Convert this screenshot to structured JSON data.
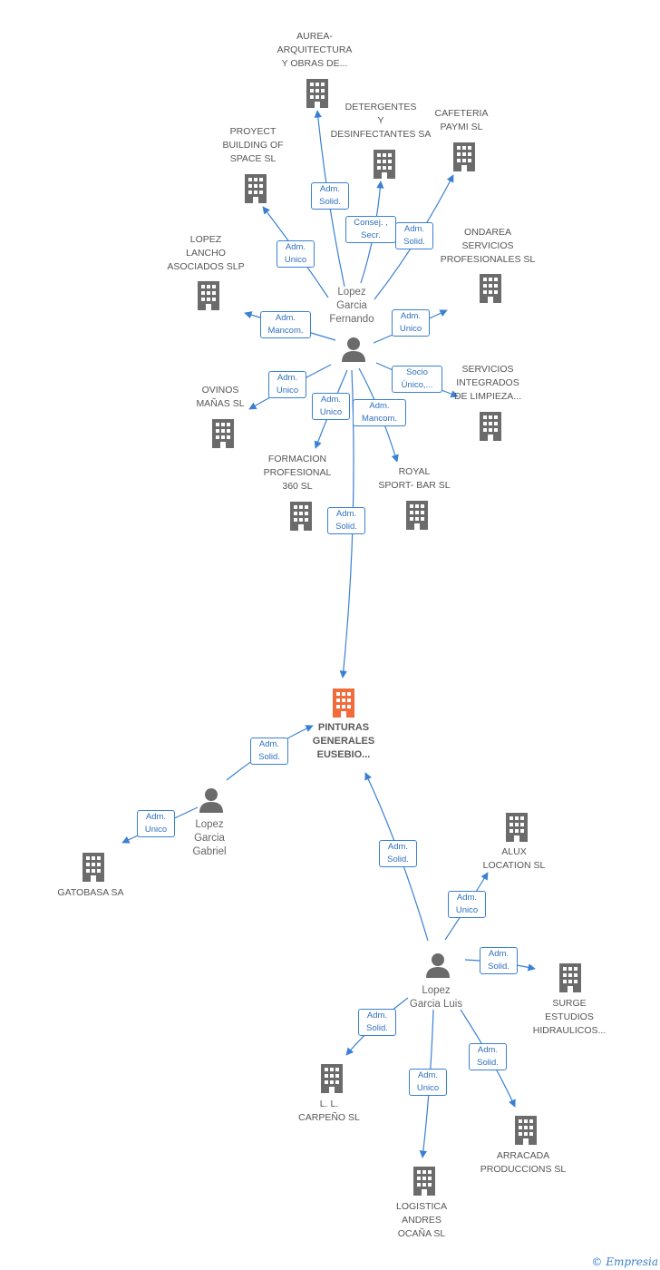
{
  "nodes": {
    "aurea": {
      "label": "AUREA-\nARQUITECTURA\nY OBRAS DE..."
    },
    "detergentes": {
      "label": "DETERGENTES\nY\nDESINFECTANTES SA"
    },
    "cafeteria": {
      "label": "CAFETERIA\nPAYMI SL"
    },
    "proyect": {
      "label": "PROYECT\nBUILDING OF\nSPACE SL"
    },
    "lopez_lancho": {
      "label": "LOPEZ\nLANCHO\nASOCIADOS SLP"
    },
    "ondarea": {
      "label": "ONDAREA\nSERVICIOS\nPROFESIONALES SL"
    },
    "servicios": {
      "label": "SERVICIOS\nINTEGRADOS\nDE LIMPIEZA..."
    },
    "ovinos": {
      "label": "OVINOS\nMAÑAS SL"
    },
    "formacion": {
      "label": "FORMACION\nPROFESIONAL\n360 SL"
    },
    "royal": {
      "label": "ROYAL\nSPORT- BAR SL"
    },
    "pinturas": {
      "label": "PINTURAS\nGENERALES\nEUSEBIO..."
    },
    "gatobasa": {
      "label": "GATOBASA SA"
    },
    "alux": {
      "label": "ALUX\nLOCATION SL"
    },
    "surge": {
      "label": "SURGE\nESTUDIOS\nHIDRAULICOS..."
    },
    "carpeno": {
      "label": "L. L.\nCARPEÑO SL"
    },
    "arracada": {
      "label": "ARRACADA\nPRODUCCIONS SL"
    },
    "logistica": {
      "label": "LOGISTICA\nANDRES\nOCAÑA SL"
    }
  },
  "persons": {
    "fernando": {
      "label": "Lopez\nGarcia\nFernando"
    },
    "gabriel": {
      "label": "Lopez\nGarcia\nGabriel"
    },
    "luis": {
      "label": "Lopez\nGarcia Luis"
    }
  },
  "relations": {
    "r_aurea": "Adm.\nSolid.",
    "r_detergentes": "Consej. ,\nSecr.",
    "r_cafeteria": "Adm.\nSolid.",
    "r_proyect": "Adm.\nUnico",
    "r_lancho": "Adm.\nMancom.",
    "r_ondarea": "Adm.\nUnico",
    "r_servicios": "Socio\nÚnico,...",
    "r_ovinos": "Adm.\nUnico",
    "r_formacion": "Adm.\nUnico",
    "r_royal": "Adm.\nMancom.",
    "r_pinturas_f": "Adm.\nSolid.",
    "r_pinturas_g": "Adm.\nSolid.",
    "r_gatobasa": "Adm.\nUnico",
    "r_pinturas_l": "Adm.\nSolid.",
    "r_alux": "Adm.\nUnico",
    "r_surge": "Adm.\nSolid.",
    "r_carpeno": "Adm.\nSolid.",
    "r_arracada": "Adm.\nSolid.",
    "r_logistica": "Adm.\nUnico"
  },
  "colors": {
    "edge": "#3a80d2",
    "building": "#6b6b6b",
    "focus_building": "#f26b3a",
    "person": "#6b6b6b"
  },
  "footer": {
    "copyright": "©",
    "brand": "Empresia"
  }
}
